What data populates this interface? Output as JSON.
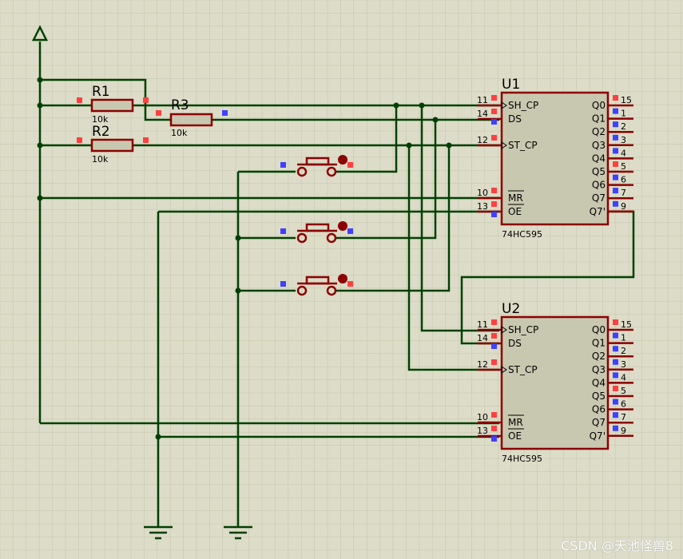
{
  "components": {
    "resistors": [
      {
        "ref": "R1",
        "value": "10k"
      },
      {
        "ref": "R2",
        "value": "10k"
      },
      {
        "ref": "R3",
        "value": "10k"
      }
    ],
    "chips": [
      {
        "ref": "U1",
        "part": "74HC595"
      },
      {
        "ref": "U2",
        "part": "74HC595"
      }
    ],
    "left_pins": [
      {
        "num": "11",
        "name": "SH_CP"
      },
      {
        "num": "14",
        "name": "DS"
      },
      {
        "num": "12",
        "name": "ST_CP"
      },
      {
        "num": "10",
        "name": "MR"
      },
      {
        "num": "13",
        "name": "OE"
      }
    ],
    "right_pins": [
      {
        "num": "15",
        "name": "Q0"
      },
      {
        "num": "1",
        "name": "Q1"
      },
      {
        "num": "2",
        "name": "Q2"
      },
      {
        "num": "3",
        "name": "Q3"
      },
      {
        "num": "4",
        "name": "Q4"
      },
      {
        "num": "5",
        "name": "Q5"
      },
      {
        "num": "6",
        "name": "Q6"
      },
      {
        "num": "7",
        "name": "Q7"
      },
      {
        "num": "9",
        "name": "Q7'"
      }
    ]
  },
  "colors": {
    "background": "#dcdcc8",
    "grid": "#c8c8b0",
    "wire": "#004000",
    "component": "#8b0000",
    "chip_fill": "#c8c8b0",
    "pin_red": "#ff4040",
    "pin_blue": "#4040ff"
  },
  "watermark": "CSDN @天池怪兽8"
}
